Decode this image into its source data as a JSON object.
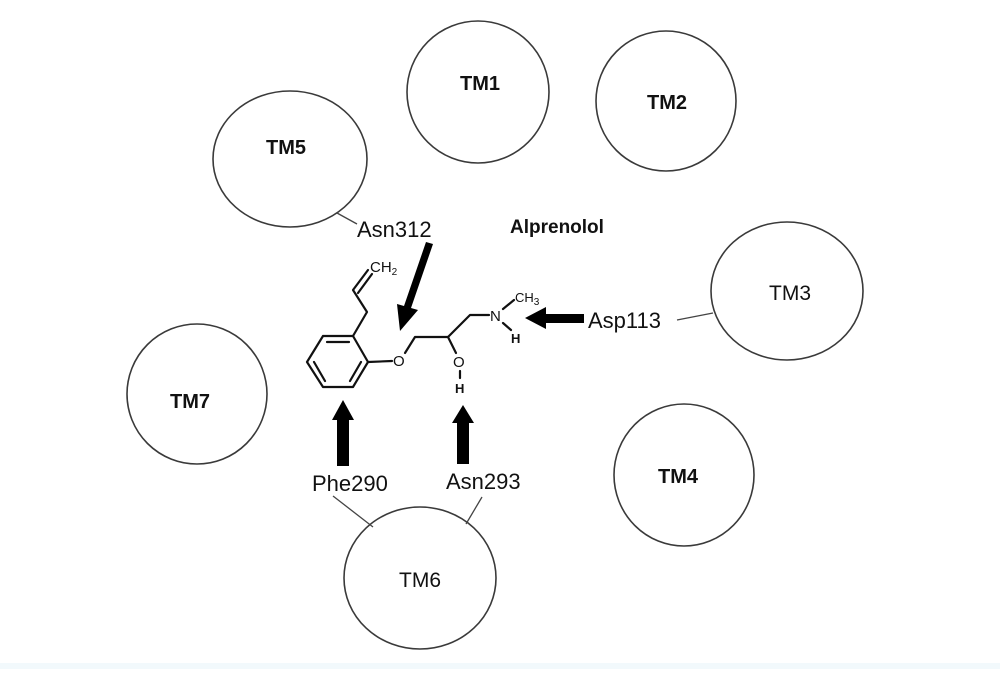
{
  "diagram": {
    "ligand_name": "Alprenolol",
    "helices": [
      {
        "id": "TM1",
        "label": "TM1"
      },
      {
        "id": "TM2",
        "label": "TM2"
      },
      {
        "id": "TM3",
        "label": "TM3"
      },
      {
        "id": "TM4",
        "label": "TM4"
      },
      {
        "id": "TM5",
        "label": "TM5"
      },
      {
        "id": "TM6",
        "label": "TM6"
      },
      {
        "id": "TM7",
        "label": "TM7"
      }
    ],
    "residues": [
      {
        "id": "asn312",
        "label": "Asn312",
        "helix": "TM5",
        "target": "ether oxygen"
      },
      {
        "id": "asp113",
        "label": "Asp113",
        "helix": "TM3",
        "target": "amine N-H"
      },
      {
        "id": "phe290",
        "label": "Phe290",
        "helix": "TM6",
        "target": "aromatic ring"
      },
      {
        "id": "asn293",
        "label": "Asn293",
        "helix": "TM6",
        "target": "hydroxyl O-H"
      }
    ],
    "atoms": {
      "ch2": "CH",
      "ch2_sub": "2",
      "ch3": "CH",
      "ch3_sub": "3",
      "n": "N",
      "nh": "H",
      "o_ether": "O",
      "o_hydroxyl": "O",
      "oh": "H"
    }
  }
}
